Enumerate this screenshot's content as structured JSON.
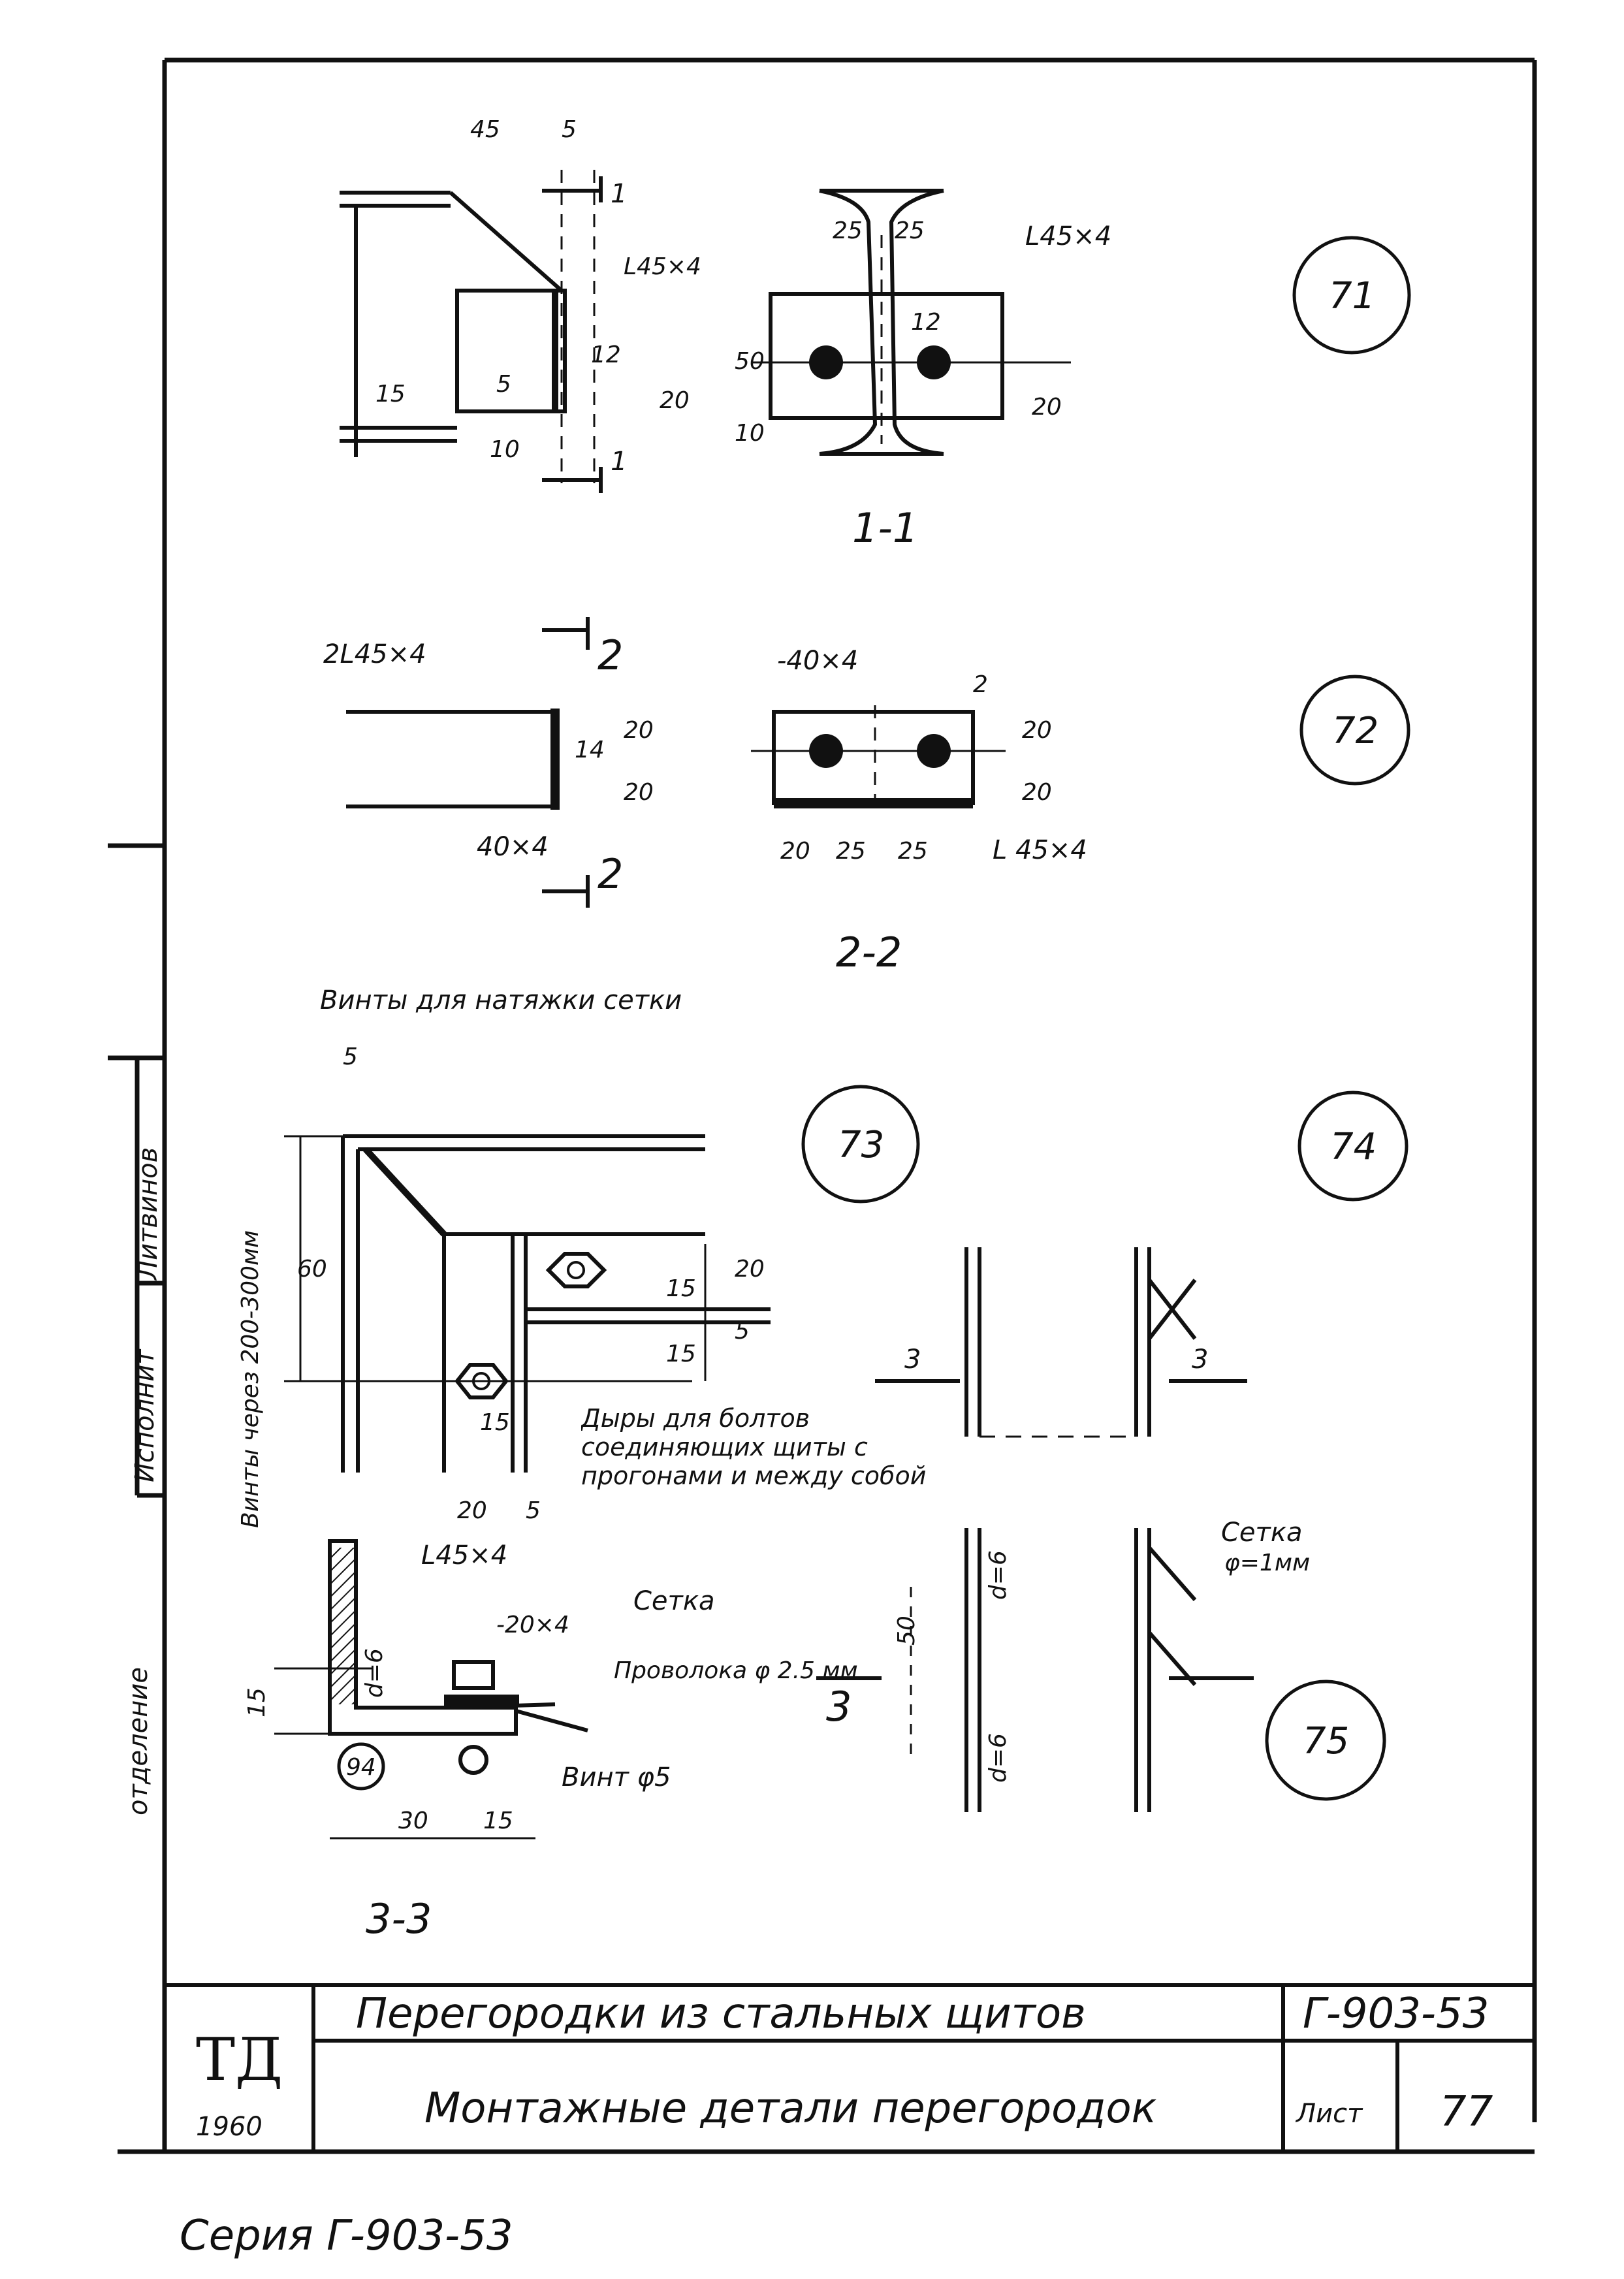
{
  "page": {
    "background": "#ffffff",
    "ink": "#111111"
  },
  "details": {
    "d71": {
      "marker": "71",
      "dims": {
        "d45": "45",
        "d5": "5",
        "d15": "15",
        "d5b": "5",
        "d10": "10",
        "d12": "12",
        "d20": "20"
      },
      "angle_label": "L45×4",
      "section_marks": {
        "top": "1",
        "bottom": "1"
      },
      "section_view": {
        "angle_label": "L45×4",
        "dims": {
          "d25a": "25",
          "d25b": "25",
          "d12": "12",
          "d50": "50",
          "d10": "10",
          "d20": "20"
        }
      },
      "section_caption": "1-1"
    },
    "d72": {
      "marker": "72",
      "angles_label": "2L45×4",
      "plate_label": "40×4",
      "section_marks": {
        "top": "2",
        "bottom": "2"
      },
      "dims": {
        "d14": "14",
        "d20a": "20",
        "d20b": "20"
      },
      "section_view": {
        "plate_label": "-40×4",
        "weld_mark": "2",
        "angle_label": "L 45×4",
        "dims": {
          "d20a": "20",
          "d25a": "25",
          "d25b": "25",
          "d20v1": "20",
          "d20v2": "20"
        }
      },
      "section_caption": "2-2"
    },
    "d73": {
      "marker": "73",
      "screws_note": "Винты для натяжки сетки",
      "vertical_note": "Винты через 200-300мм",
      "dims": {
        "d5": "5",
        "d60": "60",
        "d15a": "15",
        "d15b": "15",
        "d20": "20",
        "d5b": "5",
        "d20h": "20",
        "d15v": "15",
        "d5c": "5"
      },
      "angle_label": "L45×4",
      "holes_note": "Дыры для болтов соединяющих щиты с прогонами и между собой"
    },
    "d74": {
      "marker": "74",
      "section_marks": {
        "left": "3",
        "right": "3"
      }
    },
    "d75": {
      "marker": "75",
      "mesh_note": "Сетка",
      "mesh_dia": "φ=1мм",
      "dims": {
        "d50": "50",
        "d6a": "d=6",
        "d6b": "d=6"
      },
      "section_mark": "3"
    },
    "s33": {
      "strip_label": "-20×4",
      "mesh_label": "Сетка",
      "wire_label": "Проволока φ 2.5 мм",
      "screw_label": "Винт φ5",
      "ref_marker": "94",
      "dims": {
        "d15": "15",
        "d30": "30",
        "d15b": "15",
        "d6": "d=6"
      },
      "section_caption": "3-3"
    }
  },
  "side_labels": {
    "label_top": "Исполнит",
    "label_top2": "Литвинов",
    "label_bottom": "отделение"
  },
  "title_block": {
    "org": "ТД",
    "year": "1960",
    "series_title": "Перегородки из стальных щитов",
    "sheet_title": "Монтажные детали перегородок",
    "code": "Г-903-53",
    "sheet_label": "Лист",
    "sheet_no": "77"
  },
  "footer": {
    "series": "Серия Г-903-53"
  }
}
